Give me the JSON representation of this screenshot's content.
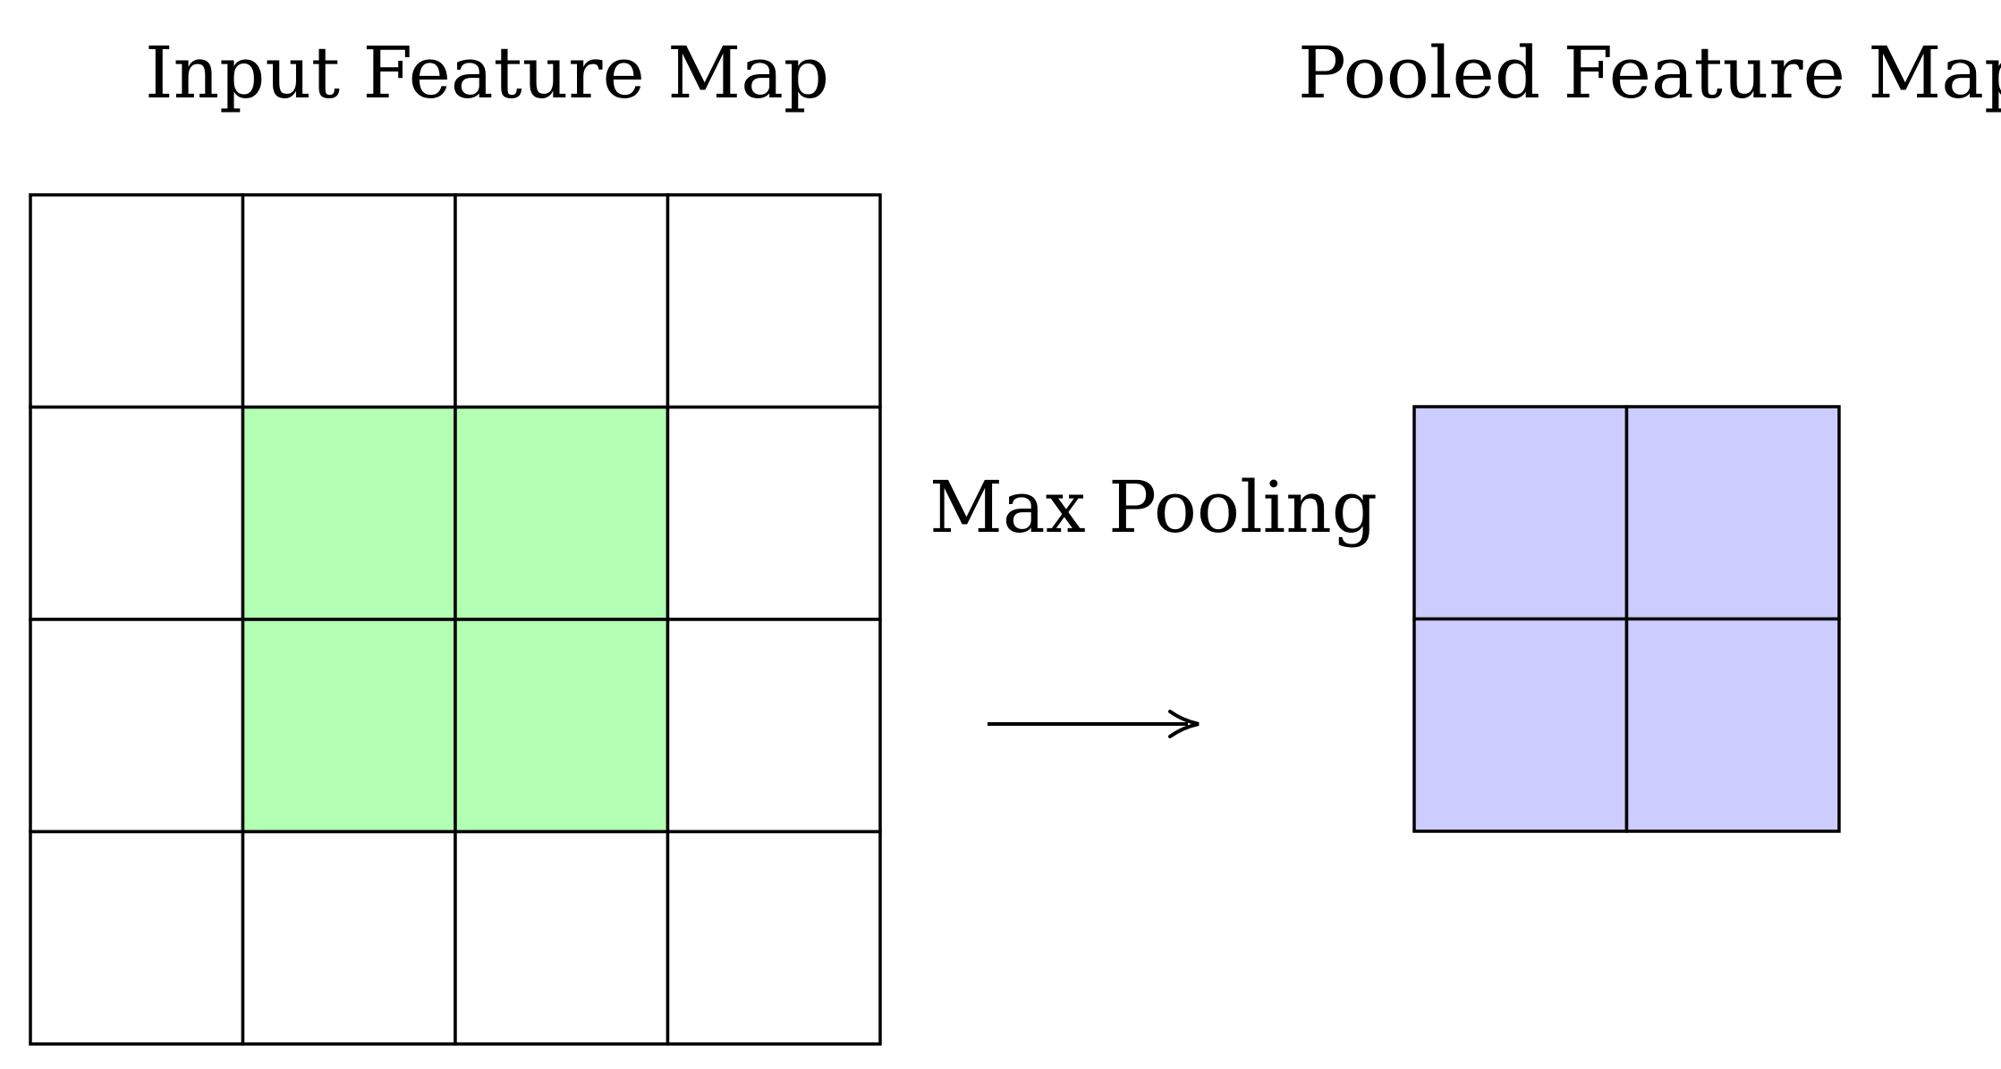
{
  "input_map": {
    "title": "Input Feature Map",
    "rows": 4,
    "cols": 4,
    "highlight": [
      [
        0,
        0,
        0,
        0
      ],
      [
        0,
        1,
        1,
        0
      ],
      [
        0,
        1,
        1,
        0
      ],
      [
        0,
        0,
        0,
        0
      ]
    ],
    "highlight_color": "#b3ffb3",
    "base_color": "#ffffff"
  },
  "pooled_map": {
    "title": "Pooled Feature Map",
    "rows": 2,
    "cols": 2,
    "fill_color": "#ccccff"
  },
  "operation": {
    "label": "Max Pooling",
    "arrow": "right-arrow"
  },
  "line_color": "#000000"
}
